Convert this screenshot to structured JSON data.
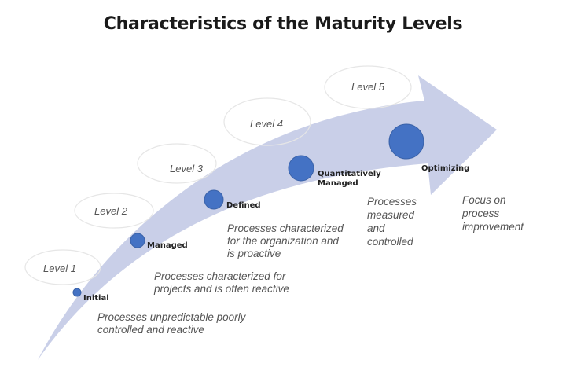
{
  "title": "Characteristics of the Maturity Levels",
  "colors": {
    "arrow": "#c9cfe8",
    "node": "#4472c4",
    "node_stroke": "#3a62a8",
    "ellipse": "#e6e6e6"
  },
  "levels": [
    {
      "label": "Level 1",
      "stage": [
        "Initial"
      ],
      "description": [
        "Processes unpredictable poorly",
        "controlled and reactive"
      ]
    },
    {
      "label": "Level 2",
      "stage": [
        "Managed"
      ],
      "description": [
        "Processes characterized for",
        "projects and is often reactive"
      ]
    },
    {
      "label": "Level 3",
      "stage": [
        "Defined"
      ],
      "description": [
        "Processes characterized",
        "for the organization and",
        "is proactive"
      ]
    },
    {
      "label": "Level 4",
      "stage": [
        "Quantitatively",
        "Managed"
      ],
      "description": [
        "Processes",
        "measured",
        "and",
        "controlled"
      ]
    },
    {
      "label": "Level 5",
      "stage": [
        "Optimizing"
      ],
      "description": [
        "Focus on",
        "process",
        "improvement"
      ]
    }
  ]
}
